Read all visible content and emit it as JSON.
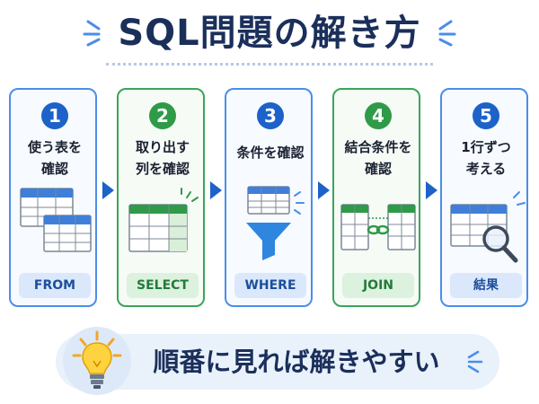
{
  "title": "SQL問題の解き方",
  "steps": [
    {
      "number": "1",
      "label_line1": "使う表を",
      "label_line2": "確認",
      "tag": "FROM"
    },
    {
      "number": "2",
      "label_line1": "取り出す",
      "label_line2": "列を確認",
      "tag": "SELECT"
    },
    {
      "number": "3",
      "label_line1": "条件を確認",
      "label_line2": "",
      "tag": "WHERE"
    },
    {
      "number": "4",
      "label_line1": "結合条件を",
      "label_line2": "確認",
      "tag": "JOIN"
    },
    {
      "number": "5",
      "label_line1": "1行ずつ",
      "label_line2": "考える",
      "tag": "結果"
    }
  ],
  "footer": {
    "text": "順番に見れば解きやすい"
  },
  "colors": {
    "navy": "#1b2f5b",
    "blue": "#1c62c9",
    "green": "#2f9a48",
    "light_blue": "#4b8ee8"
  },
  "icons": [
    "table-icon",
    "filter-funnel-icon",
    "link-icon",
    "magnifier-icon",
    "lightbulb-icon",
    "arrow-right-icon",
    "sparkle-icon"
  ]
}
